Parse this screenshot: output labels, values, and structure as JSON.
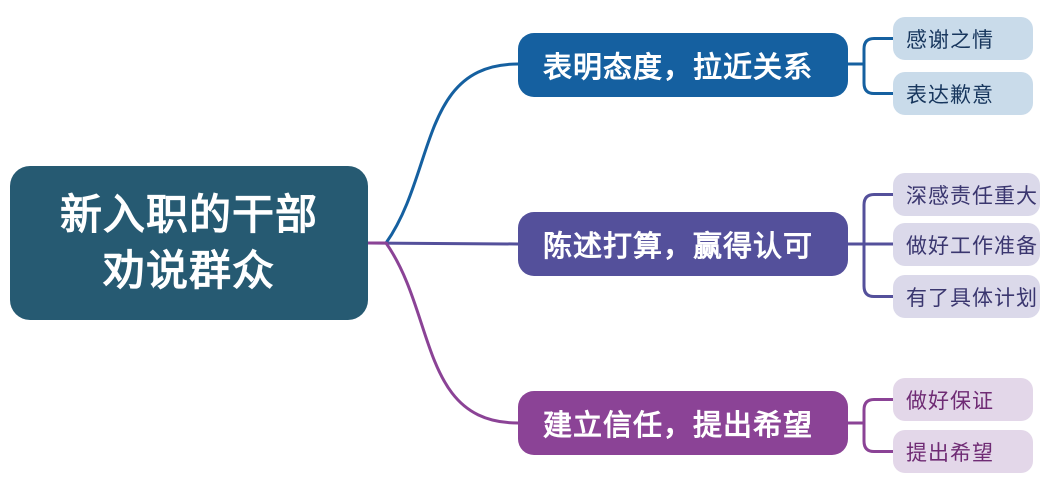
{
  "root": {
    "lines": [
      "新入职的干部",
      "劝说群众"
    ]
  },
  "branches": [
    {
      "label": "表明态度，拉近关系",
      "children": [
        "感谢之情",
        "表达歉意"
      ]
    },
    {
      "label": "陈述打算，赢得认可",
      "children": [
        "深感责任重大",
        "做好工作准备",
        "有了具体计划"
      ]
    },
    {
      "label": "建立信任，提出希望",
      "children": [
        "做好保证",
        "提出希望"
      ]
    }
  ],
  "colors": {
    "root_fill": "#265A72",
    "root_text": "#FFFFFF",
    "branch_text": "#FFFFFF",
    "branch1_fill": "#1560A0",
    "branch2_fill": "#54509B",
    "branch3_fill": "#8B4396",
    "leaf1_fill": "#C9DBEA",
    "leaf1_text": "#17365D",
    "leaf2_fill": "#DBD9EA",
    "leaf2_text": "#3A366F",
    "leaf3_fill": "#E3D7E9",
    "leaf3_text": "#6F2B74"
  }
}
